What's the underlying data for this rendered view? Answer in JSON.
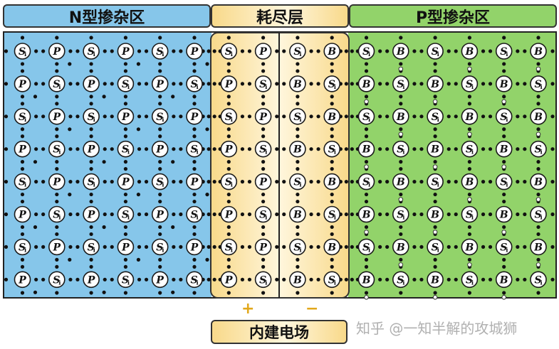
{
  "labels": {
    "n_region": "N型掺杂区",
    "depletion_region": "耗尽层",
    "p_region": "P型掺杂区",
    "field": "内建电场",
    "plus": "+",
    "minus": "−"
  },
  "watermark": "知乎 @一知半解的攻城狮",
  "lattice": {
    "rows": 8,
    "cols": 16,
    "n_columns": 6,
    "depletion_columns": 4,
    "p_columns": 6,
    "silicon_symbol": "Si",
    "donor_symbol": "P",
    "acceptor_symbol": "B"
  },
  "colors": {
    "n_region": "#86c6ea",
    "depletion_edge": "#f8d98a",
    "depletion_center": "#fff6dc",
    "p_region": "#92d36a",
    "electron": "#111111",
    "hole": "#ffffff",
    "sign": "#e2a81b"
  }
}
